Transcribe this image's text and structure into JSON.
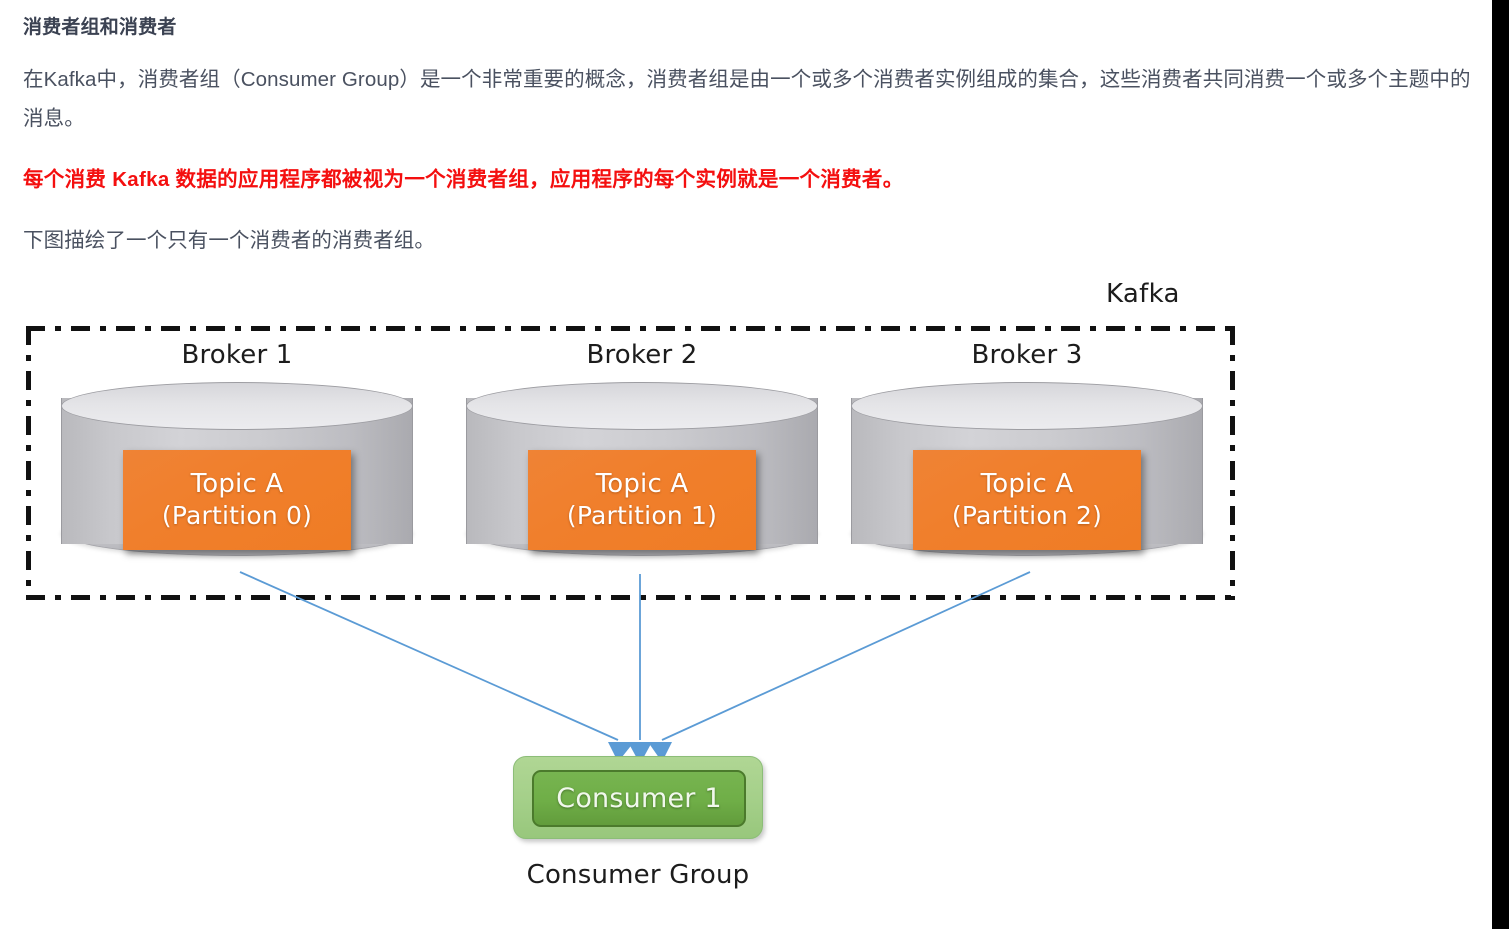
{
  "article": {
    "heading": "消费者组和消费者",
    "paragraph_1": "在Kafka中，消费者组（Consumer Group）是一个非常重要的概念，消费者组是由一个或多个消费者实例组成的集合，这些消费者共同消费一个或多个主题中的消息。",
    "highlight": "每个消费 Kafka 数据的应用程序都被视为一个消费者组，应用程序的每个实例就是一个消费者。",
    "paragraph_2": "下图描绘了一个只有一个消费者的消费者组。",
    "highlight_color": "#f40f0f"
  },
  "diagram": {
    "cluster_label": "Kafka",
    "brokers": [
      {
        "title": "Broker 1",
        "topic": "Topic A",
        "partition": "(Partition 0)"
      },
      {
        "title": "Broker 2",
        "topic": "Topic A",
        "partition": "(Partition 1)"
      },
      {
        "title": "Broker 3",
        "topic": "Topic A",
        "partition": "(Partition 2)"
      }
    ],
    "consumer": {
      "label": "Consumer 1",
      "group_label": "Consumer Group"
    },
    "colors": {
      "topic_orange": "#ef7f2c",
      "consumer_outer_green": "#a5d08a",
      "consumer_inner_green": "#6fae47",
      "cylinder_gray": "#c8c8cc",
      "arrow_blue": "#5b9bd5",
      "cluster_border": "#111111"
    },
    "arrow_count": 3
  }
}
